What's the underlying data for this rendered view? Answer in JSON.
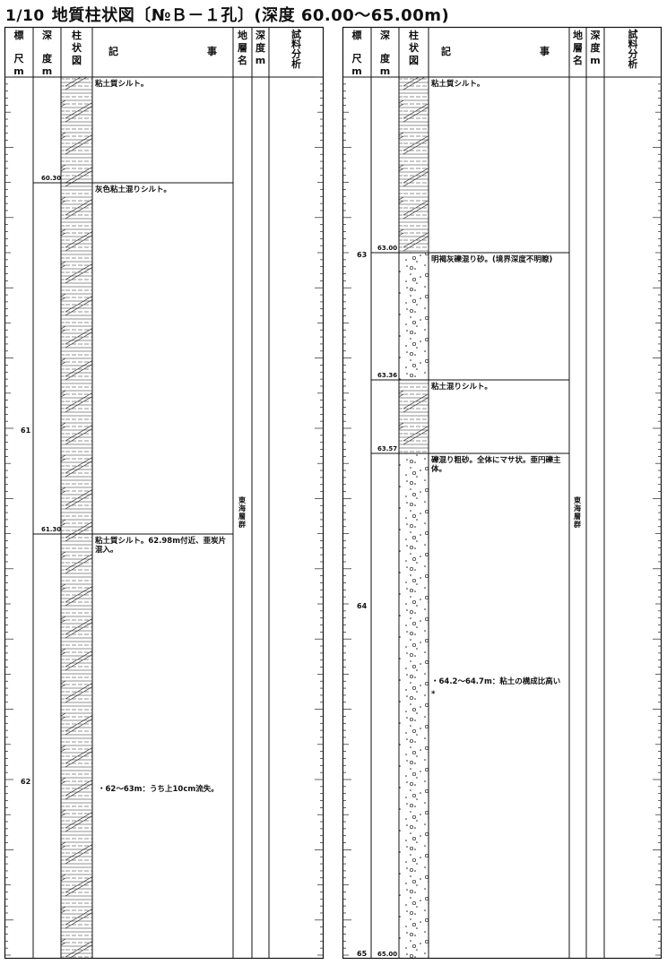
{
  "title": {
    "scale": "1/10",
    "text": "地質柱状図〔№Ｂ－１孔〕(深度 60.00～65.00m)"
  },
  "headers": {
    "elev_1": "標",
    "elev_2": "尺",
    "elev_3": "m",
    "depth_1": "深",
    "depth_2": "度",
    "depth_3": "m",
    "col_1": "柱",
    "col_2": "状",
    "col_3": "図",
    "desc_1": "記",
    "desc_2": "事",
    "layer_1": "地",
    "layer_2": "層",
    "layer_3": "名",
    "ldepth_1": "深",
    "ldepth_2": "度",
    "ldepth_3": "m",
    "test_1": "試",
    "test_2": "料",
    "test_3": "分",
    "test_4": "析"
  },
  "left": {
    "scale_labels": [
      "61",
      "62"
    ],
    "depths": [
      "60.30",
      "61.30"
    ],
    "descriptions": [
      "粘土質シルト。",
      "灰色粘土混りシルト。",
      "粘土質シルト。62.98m付近、亜炭片混入。",
      "・62～63m：うち上10cm流失。"
    ],
    "formation": "東海層群"
  },
  "right": {
    "scale_labels": [
      "63",
      "64",
      "65"
    ],
    "depths": [
      "63.00",
      "63.36",
      "63.57",
      "65.00"
    ],
    "descriptions": [
      "粘土質シルト。",
      "明褐灰礫混り砂。(境界深度不明瞭)",
      "粘土混りシルト。",
      "礫混り粗砂。全体にマサ状。亜円礫主体。",
      "・64.2～64.7m：粘土の構成比高い",
      "*"
    ],
    "formation": "東海層群"
  },
  "lithology_patterns": [
    "clay-silt-hatch",
    "sand-gravel-dots"
  ]
}
